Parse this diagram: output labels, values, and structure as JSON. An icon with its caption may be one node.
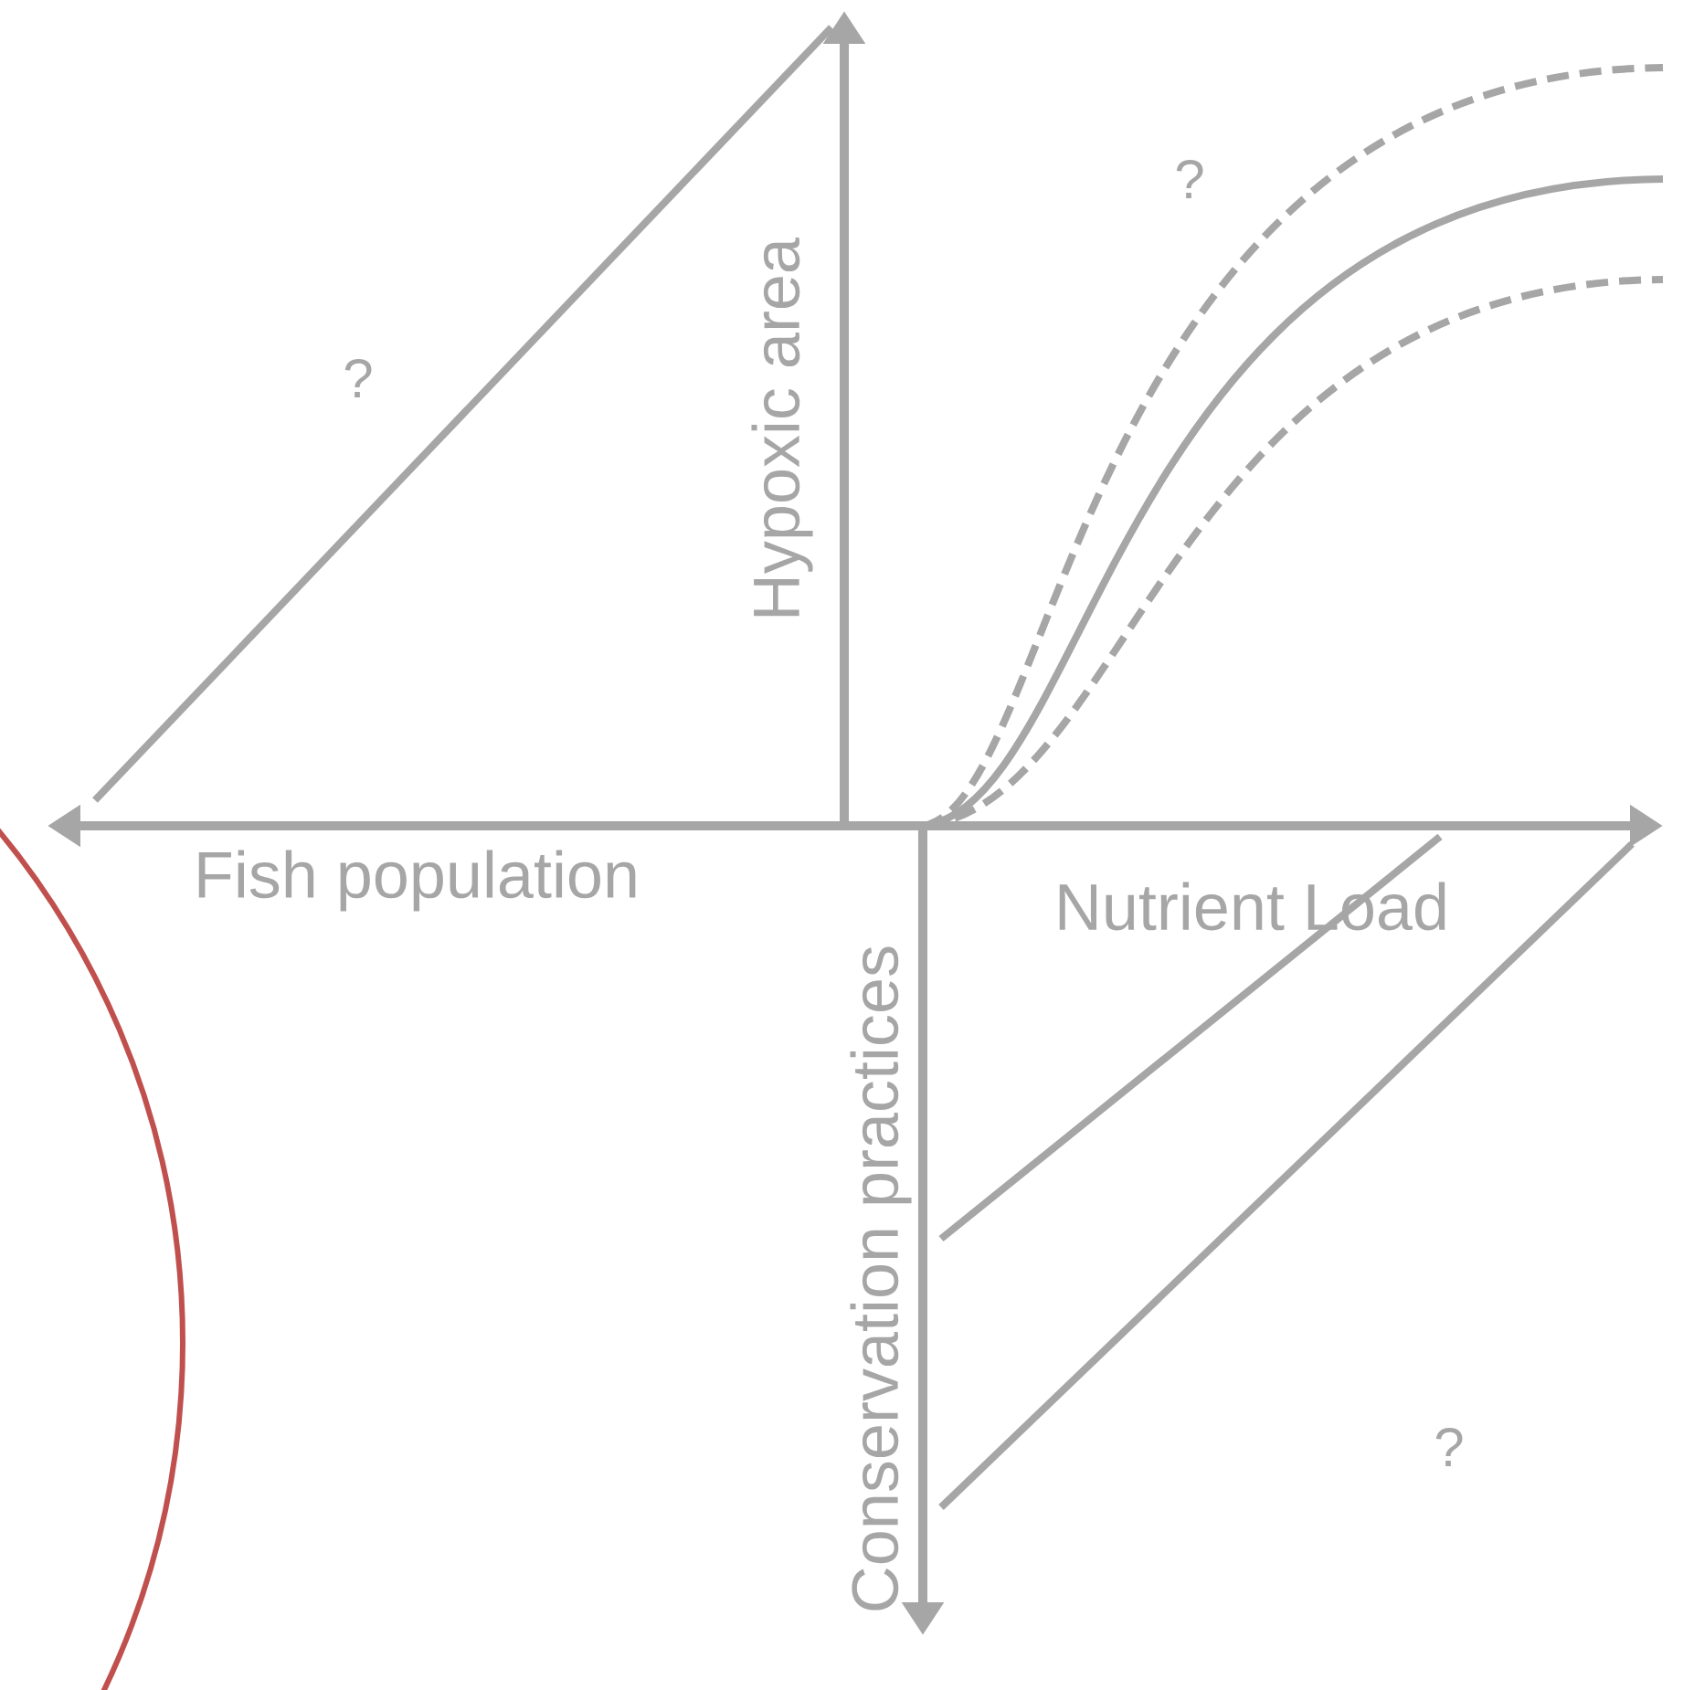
{
  "diagram": {
    "labels": [
      "?",
      "Hypoxic area",
      "?",
      "Fish population",
      "Nutrient Load",
      "Conservation practices",
      "?"
    ]
  }
}
